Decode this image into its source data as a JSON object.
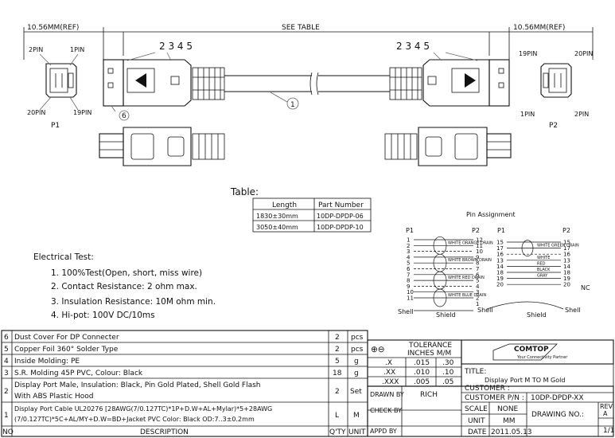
{
  "dimensions": {
    "left_ref": "10.56MM(REF)",
    "right_ref": "10.56MM(REF)",
    "center": "SEE TABLE"
  },
  "callouts": {
    "parts_left": "2 3 4 5",
    "parts_right": "2 3 4 5",
    "cable": "1",
    "part_6": "6"
  },
  "pin_labels": {
    "p1_top_left": "2PIN",
    "p1_top_right": "1PIN",
    "p1_bottom_left": "20PIN",
    "p1_bottom_right": "19PIN",
    "p1": "P1",
    "p2_top_left": "19PIN",
    "p2_top_right": "20PIN",
    "p2_bottom_left": "1PIN",
    "p2_bottom_right": "2PIN",
    "p2": "P2"
  },
  "length_table": {
    "title": "Table:",
    "headers": [
      "Length",
      "Part Number"
    ],
    "rows": [
      [
        "1830±30mm",
        "10DP-DPDP-06"
      ],
      [
        "3050±40mm",
        "10DP-DPDP-10"
      ]
    ]
  },
  "electrical_test": {
    "title": "Electrical Test:",
    "items": [
      "1. 100%Test(Open, short, miss wire)",
      "2. Contact Resistance: 2 ohm max.",
      "3. Insulation Resistance: 10M ohm min.",
      "4. Hi-pot: 100V DC/10ms"
    ]
  },
  "pin_assignment": {
    "title": "Pin Assignment",
    "p1": "P1",
    "p2": "P2",
    "left_pins": [
      "1",
      "2",
      "3",
      "4",
      "5",
      "6",
      "7",
      "8",
      "9",
      "10",
      "11"
    ],
    "left_pins_p2": [
      "12",
      "11",
      "10",
      "9",
      "8",
      "7",
      "6",
      "5",
      "4",
      "3",
      "2",
      "1"
    ],
    "left_groups": [
      "WHITE ORANGE DRAIN",
      "WHITE BROWN DRAIN",
      "WHITE RED DRAIN",
      "WHITE BLUE DRAIN"
    ],
    "right_p1_pins": [
      "15",
      "17",
      "16",
      "13",
      "14",
      "18",
      "19",
      "20"
    ],
    "right_p2_pins": [
      "15",
      "17",
      "16",
      "13",
      "14",
      "18",
      "19",
      "20"
    ],
    "right_wires": [
      "WHITE GREEN DRAIN",
      "WHITE",
      "RED",
      "BLACK",
      "GRAY"
    ],
    "nc": "NC",
    "shell": "Shell",
    "shield": "Shield"
  },
  "bom": {
    "rows": [
      {
        "no": "6",
        "desc": "Dust Cover For DP Connecter",
        "qty": "2",
        "unit": "pcs"
      },
      {
        "no": "5",
        "desc": "Copper Foil 360° Solder Type",
        "qty": "2",
        "unit": "pcs"
      },
      {
        "no": "4",
        "desc": "Inside Molding: PE",
        "qty": "5",
        "unit": "g"
      },
      {
        "no": "3",
        "desc": "S.R. Molding 45P PVC, Colour: Black",
        "qty": "18",
        "unit": "g"
      },
      {
        "no": "2",
        "desc": "Display Port Male, Insulation: Black, Pin Gold Plated, Shell Gold Flash",
        "desc2": "With ABS Plastic Hood",
        "qty": "2",
        "unit": "Set"
      },
      {
        "no": "1",
        "desc": "Display Port Cable UL20276 [28AWG(7/0.127TC)*1P+D.W+AL+Mylar)*5+28AWG",
        "desc2": "(7/0.127TC)*5C+AL/MY+D.W=BD+Jacket PVC Color:  Black OD:7..3±0.2mm",
        "qty": "L",
        "unit": "M"
      }
    ],
    "footer": {
      "no": "NO",
      "desc": "DESCRIPTION",
      "qty": "Q'TY",
      "unit": "UNIT"
    }
  },
  "tolerance": {
    "title": "TOLERANCE",
    "sub": "INCHES  M/M",
    "rows": [
      [
        ".X",
        ".015",
        ".30"
      ],
      [
        ".XX",
        ".010",
        ".10"
      ],
      [
        ".XXX",
        ".005",
        ".05"
      ]
    ]
  },
  "title_block": {
    "logo": "COMTOP",
    "logo_sub": "Your Connectivity Partner",
    "title_label": "TITLE:",
    "title_value": "Display Port M TO M  Gold",
    "customer_label": "CUSTOMER :",
    "customer_pn_label": "CUSTOMER P/N :",
    "customer_pn_value": "10DP-DPDP-XX",
    "drawn_by_label": "DRAWN BY",
    "drawn_by_value": "RICH",
    "check_by_label": "CHECK BY",
    "appd_by_label": "APPD BY",
    "scale_label": "SCALE",
    "scale_value": "NONE",
    "unit_label": "UNIT",
    "unit_value": "MM",
    "date_label": "DATE",
    "date_value": "2011.05.13",
    "drawing_no_label": "DRAWING  NO.:",
    "rev_label": "REV",
    "rev_value": "A",
    "sheet": "1/1"
  }
}
